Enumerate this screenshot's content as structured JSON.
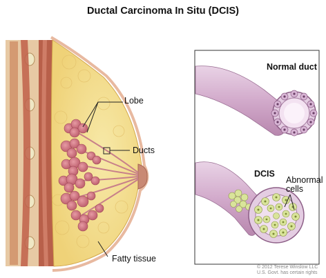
{
  "title": "Ductal Carcinoma In Situ (DCIS)",
  "labels": {
    "lobe": "Lobe",
    "ducts": "Ducts",
    "fatty_tissue": "Fatty tissue",
    "normal_duct": "Normal duct",
    "dcis": "DCIS",
    "abnormal_cells_line1": "Abnormal",
    "abnormal_cells_line2": "cells"
  },
  "copyright": {
    "line1": "© 2012 Terese Winslow LLC",
    "line2": "U.S. Govt. has certain rights"
  },
  "colors": {
    "fat": "#f3df8c",
    "muscle": "#b8604a",
    "lobule": "#c96b78",
    "duct_pink": "#d8b7d2",
    "abnormal_cell": "#d9e49a"
  }
}
